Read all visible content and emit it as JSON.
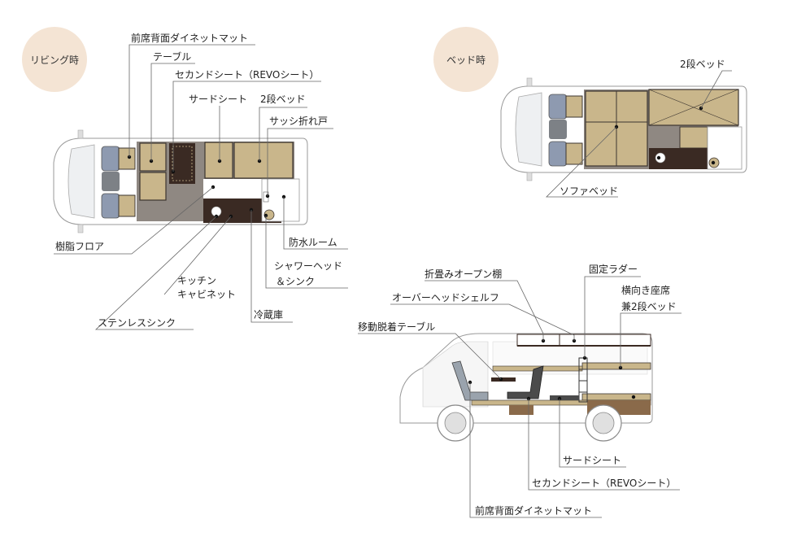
{
  "badges": {
    "living": "リビング時",
    "bed": "ベッド時"
  },
  "colors": {
    "badge_bg": "#f4e4d4",
    "floor": "#8f8882",
    "cushion": "#c9b68b",
    "cushion_line": "#3c3530",
    "wood_dark": "#3a2a23",
    "seat_blue": "#8e9ab0",
    "body_white": "#ffffff"
  },
  "living_labels": {
    "front_mat": "前席背面ダイネットマット",
    "table": "テーブル",
    "second_seat": "セカンドシート（REVOシート）",
    "third_seat": "サードシート",
    "bunk_bed": "2段ベッド",
    "sash_door": "サッシ折れ戸",
    "resin_floor": "樹脂フロア",
    "waterproof_room": "防水ルーム",
    "shower_head": "シャワーヘッド",
    "and_sink": "＆シンク",
    "kitchen": "キッチン",
    "cabinet": "キャビネット",
    "fridge": "冷蔵庫",
    "stainless_sink": "ステンレスシンク"
  },
  "bed_labels": {
    "bunk_bed": "2段ベッド",
    "sofa_bed": "ソファベッド"
  },
  "side_labels": {
    "folding_shelf": "折畳みオープン棚",
    "overhead_shelf": "オーバーヘッドシェルフ",
    "removable_table": "移動脱着テーブル",
    "fixed_ladder": "固定ラダー",
    "side_seat_1": "横向き座席",
    "side_seat_2": "兼2段ベッド",
    "third_seat": "サードシート",
    "second_seat": "セカンドシート（REVOシート）",
    "front_mat": "前席背面ダイネットマット"
  }
}
